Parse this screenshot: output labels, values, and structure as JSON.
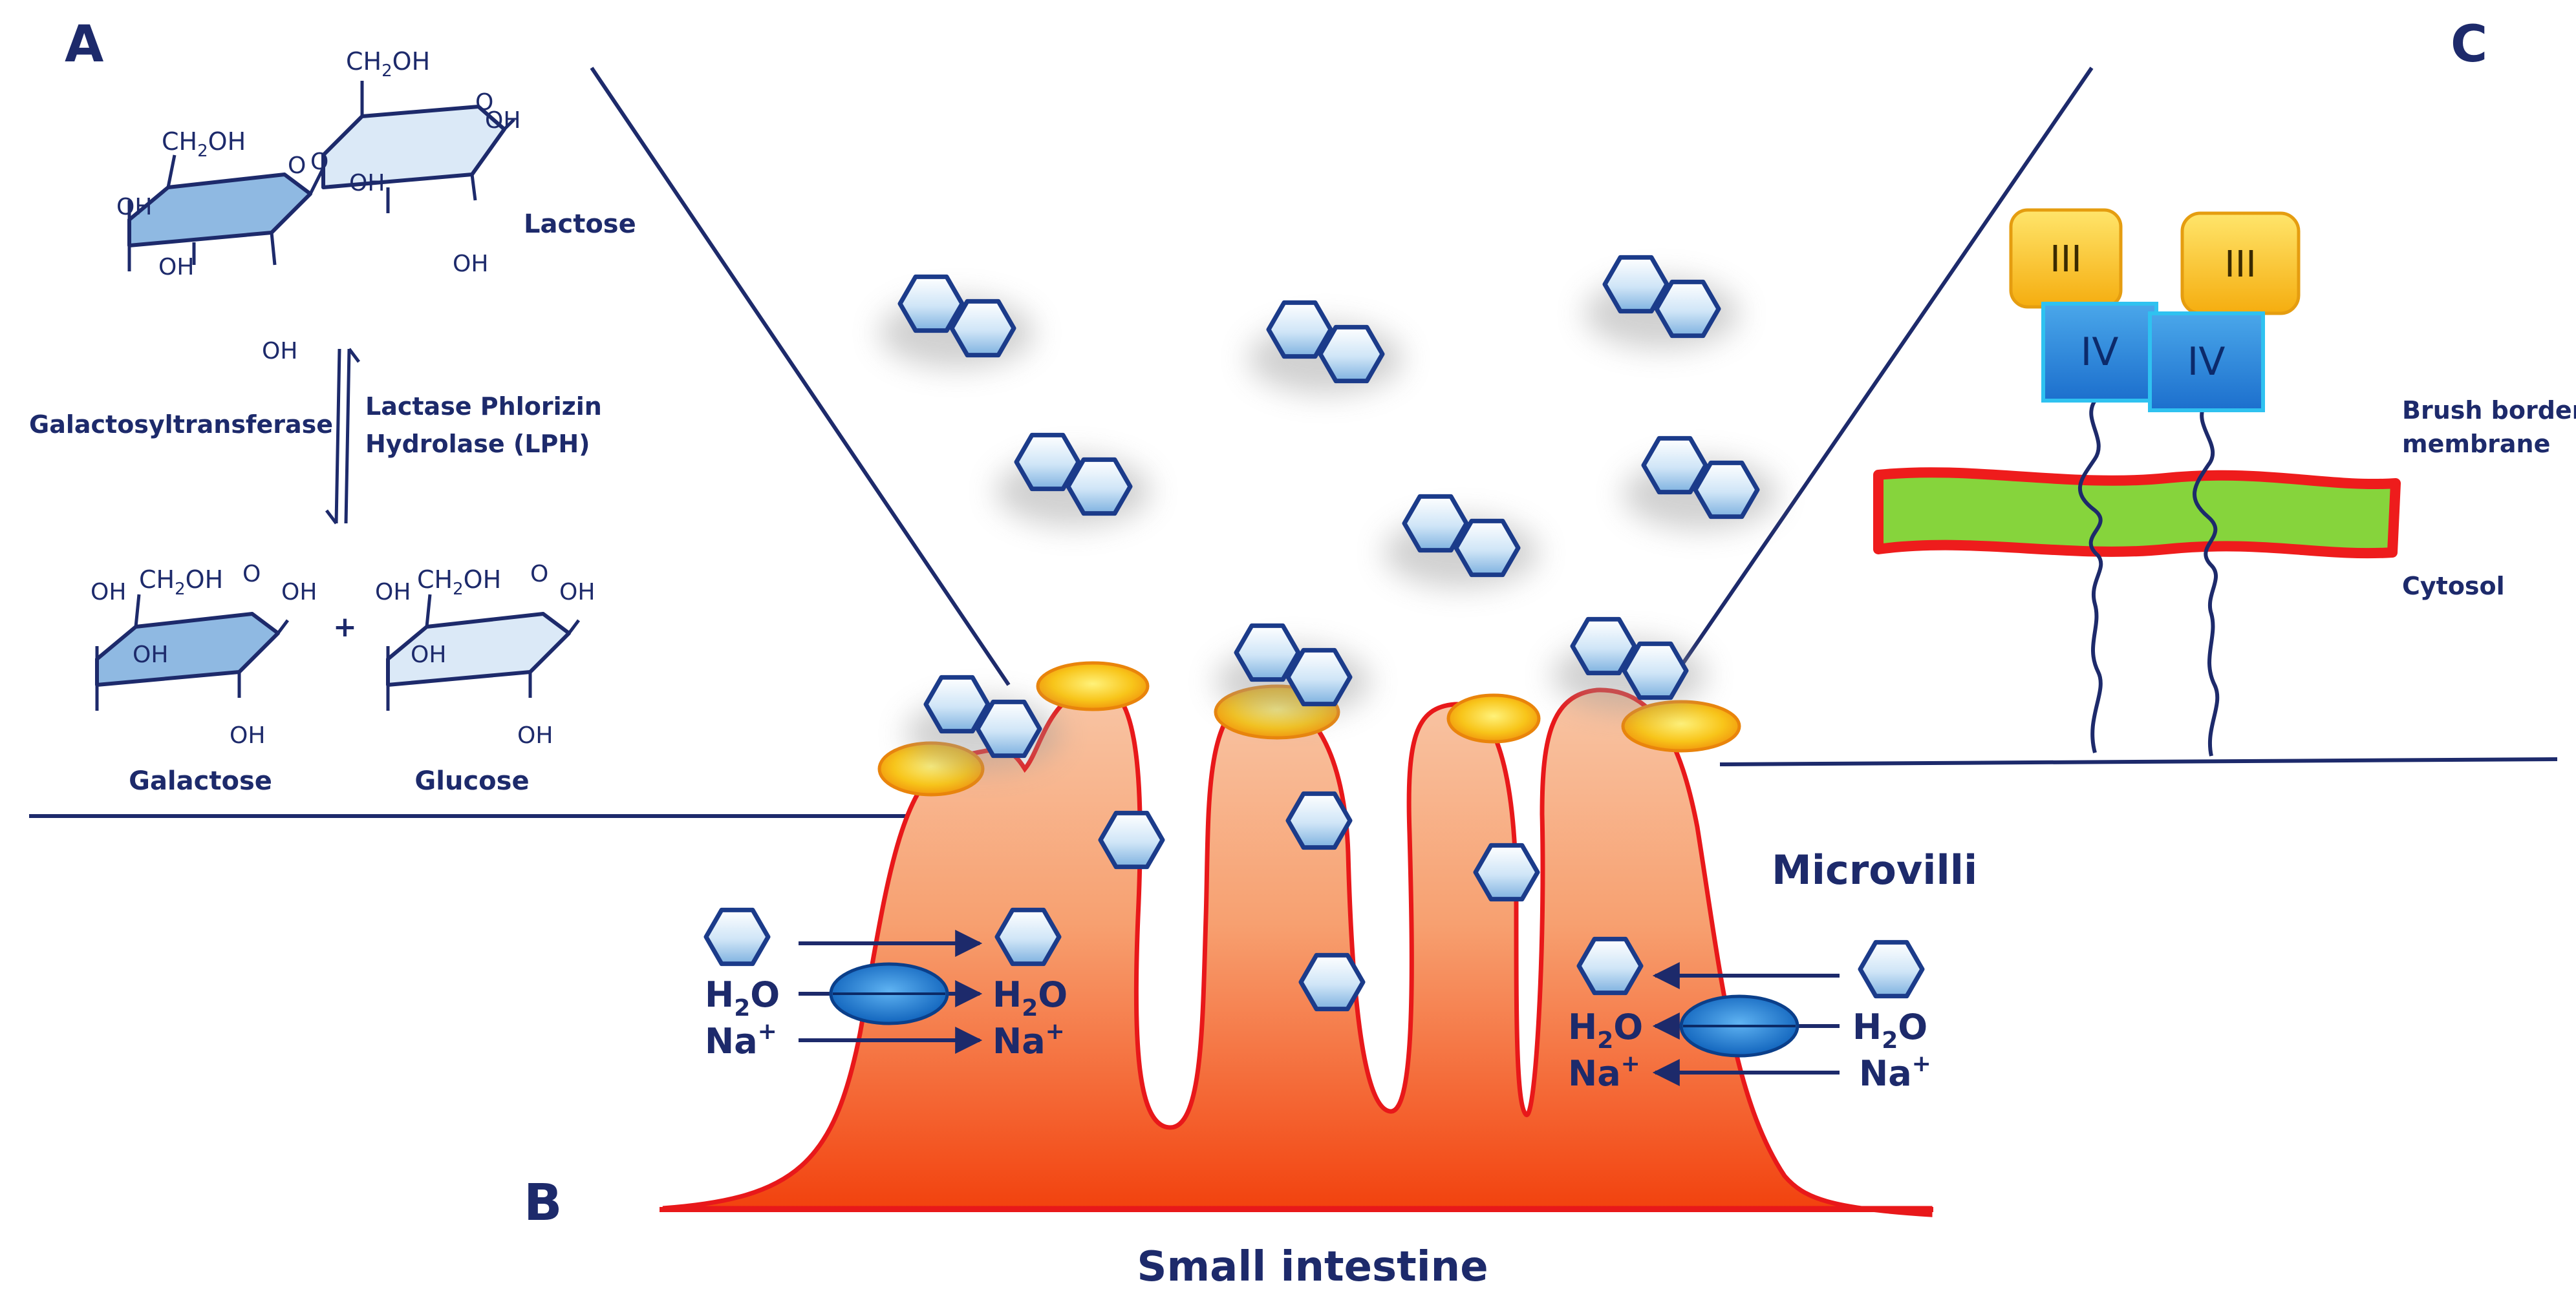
{
  "panels": {
    "a": "A",
    "b": "B",
    "c": "C"
  },
  "panel_a": {
    "lactose": "Lactose",
    "galactose": "Galactose",
    "glucose": "Glucose",
    "plus": "+",
    "enzyme_forward": [
      "Lactase Phlorizin",
      "Hydrolase (LPH)"
    ],
    "enzyme_reverse": "Galactosyltransferase",
    "groups": {
      "ch2oh": "CH",
      "ch2oh_sub": "2",
      "ch2oh_tail": "OH",
      "oh": "OH",
      "ring_o": "O"
    }
  },
  "panel_b": {
    "microvilli": "Microvilli",
    "small_intestine": "Small intestine",
    "water": {
      "main": "H",
      "sub": "2",
      "tail": "O"
    },
    "sodium": {
      "main": "Na",
      "sup": "+"
    }
  },
  "panel_c": {
    "domain_iii": "III",
    "domain_iv": "IV",
    "brush_border": [
      "Brush border",
      "membrane"
    ],
    "cytosol": "Cytosol"
  },
  "colors": {
    "navy": "#1d2a6b",
    "tissue_light": "#f7c0a0",
    "tissue_dark": "#f24a12",
    "tissue_outline": "#e8181a",
    "sugar_fill": "#cfe5f7",
    "lactose_galactose_ring": "#8fb9e2",
    "glucose_ring": "#dbe9f7",
    "enzyme_yellow": "#f7c51d",
    "enzyme_blue": "#2f8fd9",
    "membrane_green": "#86d43c",
    "membrane_red": "#ee1c1c",
    "transporter_blue": "#1579d4"
  }
}
